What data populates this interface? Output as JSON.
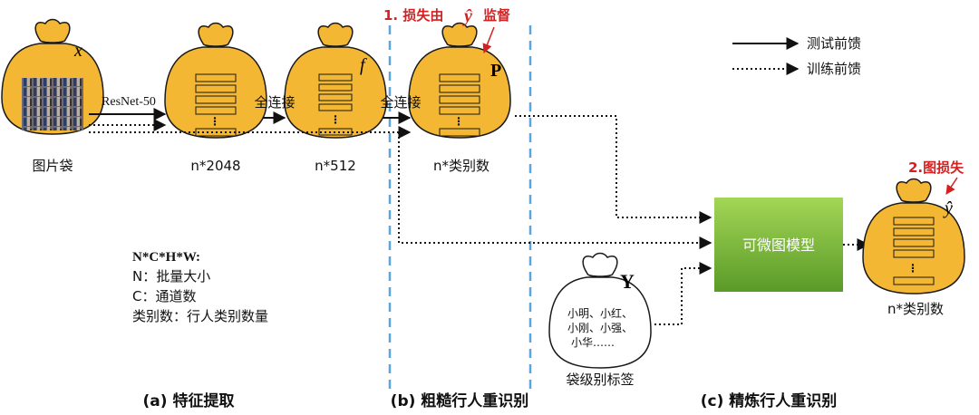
{
  "colors": {
    "bag_fill": "#f3b733",
    "bag_stroke": "#1a1a1a",
    "red": "#d42020",
    "dashed_divider": "#5aa6dc",
    "model_green_top": "#9ad24a",
    "model_green_bottom": "#5e9e2a"
  },
  "legend": {
    "test_forward": "测试前馈",
    "train_forward": "训练前馈"
  },
  "sections": {
    "a": "(a) 特征提取",
    "b": "(b) 粗糙行人重识别",
    "c": "(c) 精炼行人重识别"
  },
  "bags": {
    "input": {
      "symbol": "x",
      "caption": "图片袋"
    },
    "resnet": {
      "caption": "n*2048"
    },
    "fc": {
      "symbol": "f",
      "caption": "n*512"
    },
    "prob": {
      "symbol": "P",
      "caption": "n*类别数"
    },
    "labels": {
      "symbol": "Y",
      "caption": "袋级别标签",
      "names": [
        "小明、小红、",
        "小刚、小强、",
        "小华……"
      ]
    },
    "refined": {
      "symbol": "ŷ",
      "caption": "n*类别数"
    }
  },
  "edges": {
    "resnet": "ResNet-50",
    "fc1": "全连接",
    "fc2": "全连接"
  },
  "model": {
    "label": "可微图模型"
  },
  "loss1": {
    "prefix": "1. 损失由",
    "symbol": "ŷ",
    "suffix": "监督"
  },
  "loss2": {
    "label": "2.图损失"
  },
  "notation": {
    "title": "N*C*H*W:",
    "lines": [
      "N：批量大小",
      "C：通道数",
      "类别数：行人类别数量"
    ]
  }
}
